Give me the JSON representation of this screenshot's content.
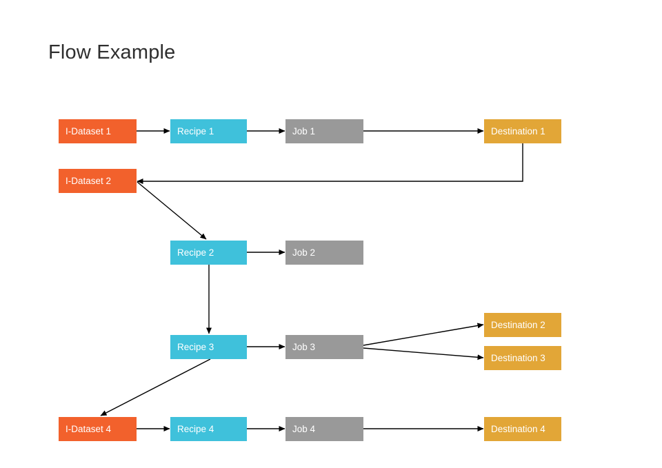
{
  "title": "Flow Example",
  "colors": {
    "background": "#FFFFFF",
    "title_text": "#2E2E2E",
    "node_text": "#FFFFFF",
    "arrow": "#000000",
    "dataset": "#F2612C",
    "recipe": "#3FC1DB",
    "job": "#999999",
    "destination": "#E2A637"
  },
  "diagram": {
    "type": "flow",
    "nodes": [
      {
        "id": "dataset-1",
        "label": "I-Dataset 1",
        "type": "dataset"
      },
      {
        "id": "recipe-1",
        "label": "Recipe 1",
        "type": "recipe"
      },
      {
        "id": "job-1",
        "label": "Job 1",
        "type": "job"
      },
      {
        "id": "destination-1",
        "label": "Destination 1",
        "type": "destination"
      },
      {
        "id": "dataset-2",
        "label": "I-Dataset 2",
        "type": "dataset"
      },
      {
        "id": "recipe-2",
        "label": "Recipe 2",
        "type": "recipe"
      },
      {
        "id": "job-2",
        "label": "Job 2",
        "type": "job"
      },
      {
        "id": "recipe-3",
        "label": "Recipe 3",
        "type": "recipe"
      },
      {
        "id": "job-3",
        "label": "Job 3",
        "type": "job"
      },
      {
        "id": "destination-2",
        "label": "Destination 2",
        "type": "destination"
      },
      {
        "id": "destination-3",
        "label": "Destination 3",
        "type": "destination"
      },
      {
        "id": "dataset-4",
        "label": "I-Dataset 4",
        "type": "dataset"
      },
      {
        "id": "recipe-4",
        "label": "Recipe 4",
        "type": "recipe"
      },
      {
        "id": "job-4",
        "label": "Job 4",
        "type": "job"
      },
      {
        "id": "destination-4",
        "label": "Destination 4",
        "type": "destination"
      }
    ],
    "edges": [
      {
        "from": "dataset-1",
        "to": "recipe-1"
      },
      {
        "from": "recipe-1",
        "to": "job-1"
      },
      {
        "from": "job-1",
        "to": "destination-1"
      },
      {
        "from": "destination-1",
        "to": "dataset-2"
      },
      {
        "from": "dataset-2",
        "to": "recipe-2"
      },
      {
        "from": "recipe-2",
        "to": "job-2"
      },
      {
        "from": "recipe-2",
        "to": "recipe-3"
      },
      {
        "from": "recipe-3",
        "to": "job-3"
      },
      {
        "from": "job-3",
        "to": "destination-2"
      },
      {
        "from": "job-3",
        "to": "destination-3"
      },
      {
        "from": "recipe-3",
        "to": "dataset-4"
      },
      {
        "from": "dataset-4",
        "to": "recipe-4"
      },
      {
        "from": "recipe-4",
        "to": "job-4"
      },
      {
        "from": "job-4",
        "to": "destination-4"
      }
    ]
  }
}
